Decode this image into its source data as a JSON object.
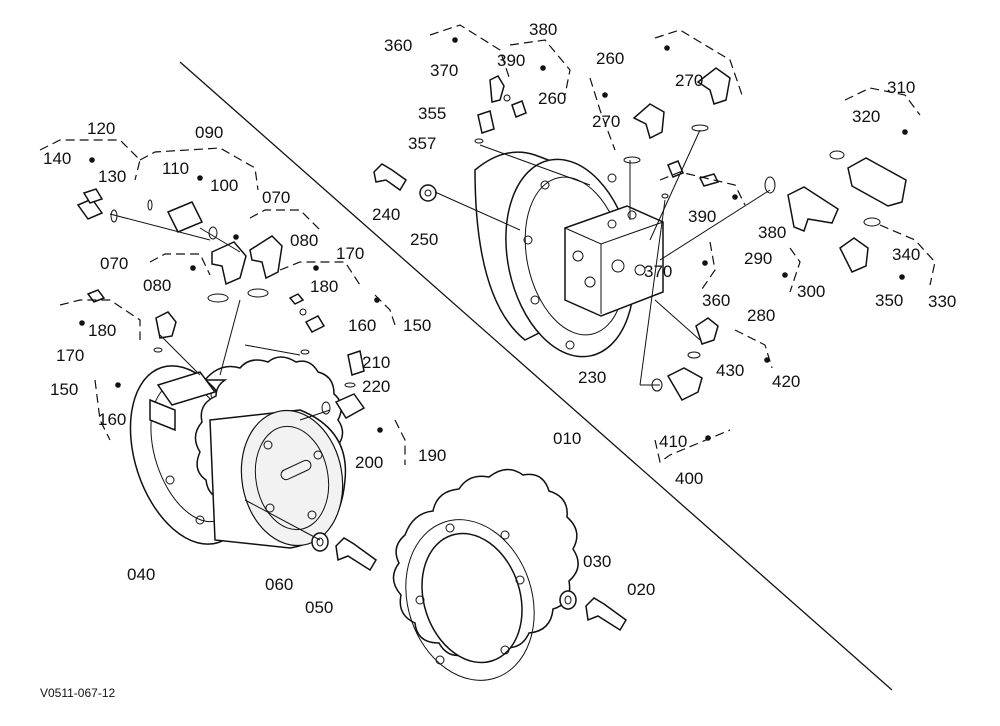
{
  "diagram": {
    "drawing_code": "V0511-067-12",
    "callouts": [
      "010",
      "020",
      "030",
      "040",
      "050",
      "060",
      "070",
      "070",
      "080",
      "080",
      "090",
      "100",
      "110",
      "120",
      "130",
      "140",
      "150",
      "150",
      "160",
      "160",
      "170",
      "170",
      "180",
      "180",
      "190",
      "200",
      "210",
      "220",
      "230",
      "240",
      "250",
      "260",
      "260",
      "270",
      "270",
      "280",
      "290",
      "300",
      "310",
      "320",
      "330",
      "340",
      "350",
      "355",
      "357",
      "360",
      "360",
      "370",
      "370",
      "380",
      "380",
      "390",
      "390",
      "400",
      "410",
      "420",
      "430"
    ]
  }
}
